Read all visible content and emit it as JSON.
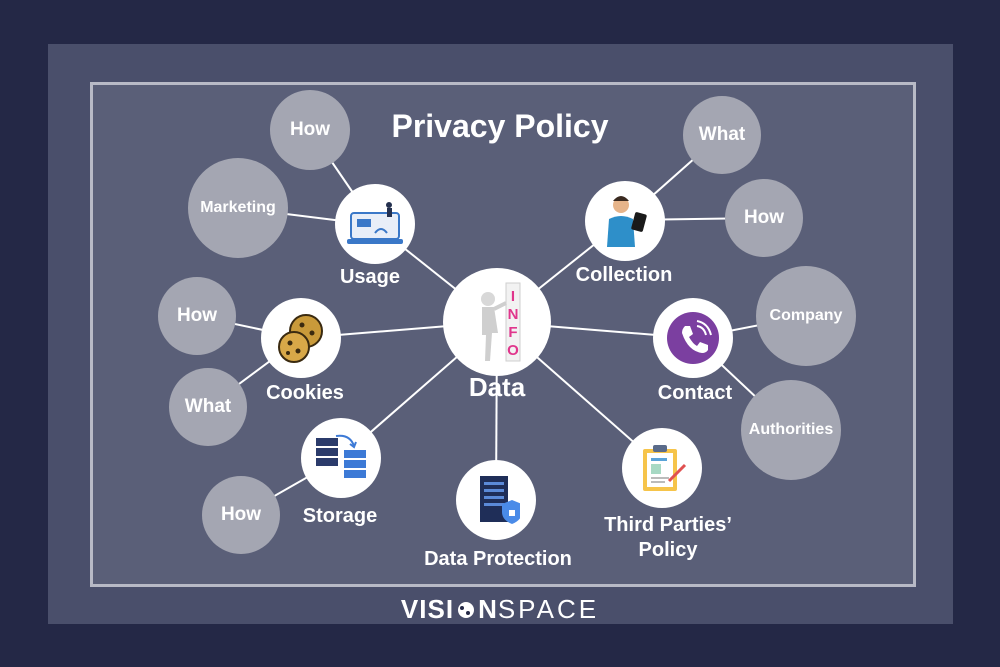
{
  "title": "Privacy Policy",
  "center": {
    "label": "Data",
    "badge": "INFO"
  },
  "nodes": {
    "usage": "Usage",
    "collection": "Collection",
    "cookies": "Cookies",
    "contact": "Contact",
    "storage": "Storage",
    "data_protection": "Data Protection",
    "third_parties_1": "Third Parties’",
    "third_parties_2": "Policy"
  },
  "satellites": {
    "usage_how": "How",
    "usage_marketing": "Marketing",
    "collection_what": "What",
    "collection_how": "How",
    "cookies_how": "How",
    "cookies_what": "What",
    "contact_company": "Company",
    "contact_authorities": "Authorities",
    "storage_how": "How"
  },
  "brand": {
    "part1": "VISI",
    "part2": "N",
    "part3": "SPACE"
  },
  "colors": {
    "background": "#242846",
    "panel": "#4a4f6b",
    "frame": "#5a5f78",
    "satellite": "#a4a6b2",
    "accent": "#e0368c",
    "contact": "#7b3fa0"
  }
}
